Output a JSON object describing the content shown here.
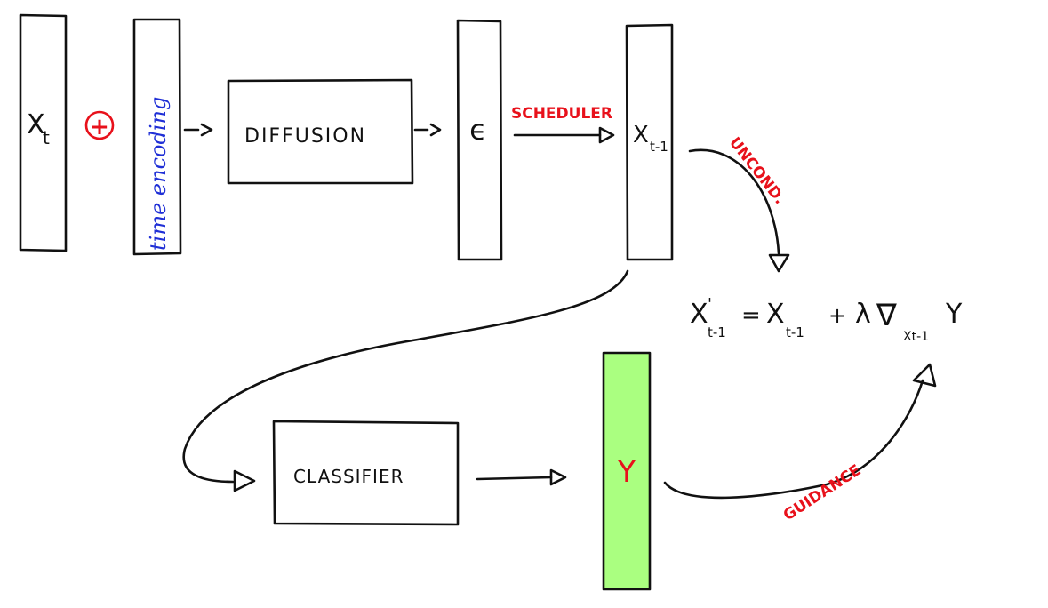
{
  "colors": {
    "ink": "#111111",
    "annotation_red": "#e8111b",
    "encoding_blue": "#1f2fd6",
    "output_green": "#aaff80"
  },
  "nodes": {
    "xt": {
      "symbol": "X",
      "subscript": "t"
    },
    "plus": {
      "symbol": "+"
    },
    "time_encoding": {
      "label": "time encoding"
    },
    "diffusion": {
      "label": "DIFFUSION"
    },
    "epsilon": {
      "symbol": "ϵ"
    },
    "xt1": {
      "symbol": "X",
      "subscript": "t-1"
    },
    "classifier": {
      "label": "CLASSIFIER"
    },
    "y_output": {
      "symbol": "Y"
    }
  },
  "edges": {
    "scheduler": {
      "label": "SCHEDULER"
    },
    "uncond": {
      "label": "UNCOND."
    },
    "guidance": {
      "label": "GUIDANCE"
    }
  },
  "formula": {
    "lhs_symbol": "X",
    "lhs_prime": "'",
    "lhs_sub": "t-1",
    "equals": "=",
    "term_symbol": "X",
    "term_sub": "t-1",
    "plus": "+",
    "lambda": "λ",
    "nabla": "∇",
    "nabla_sub": "Xt-1",
    "y": "Y"
  }
}
